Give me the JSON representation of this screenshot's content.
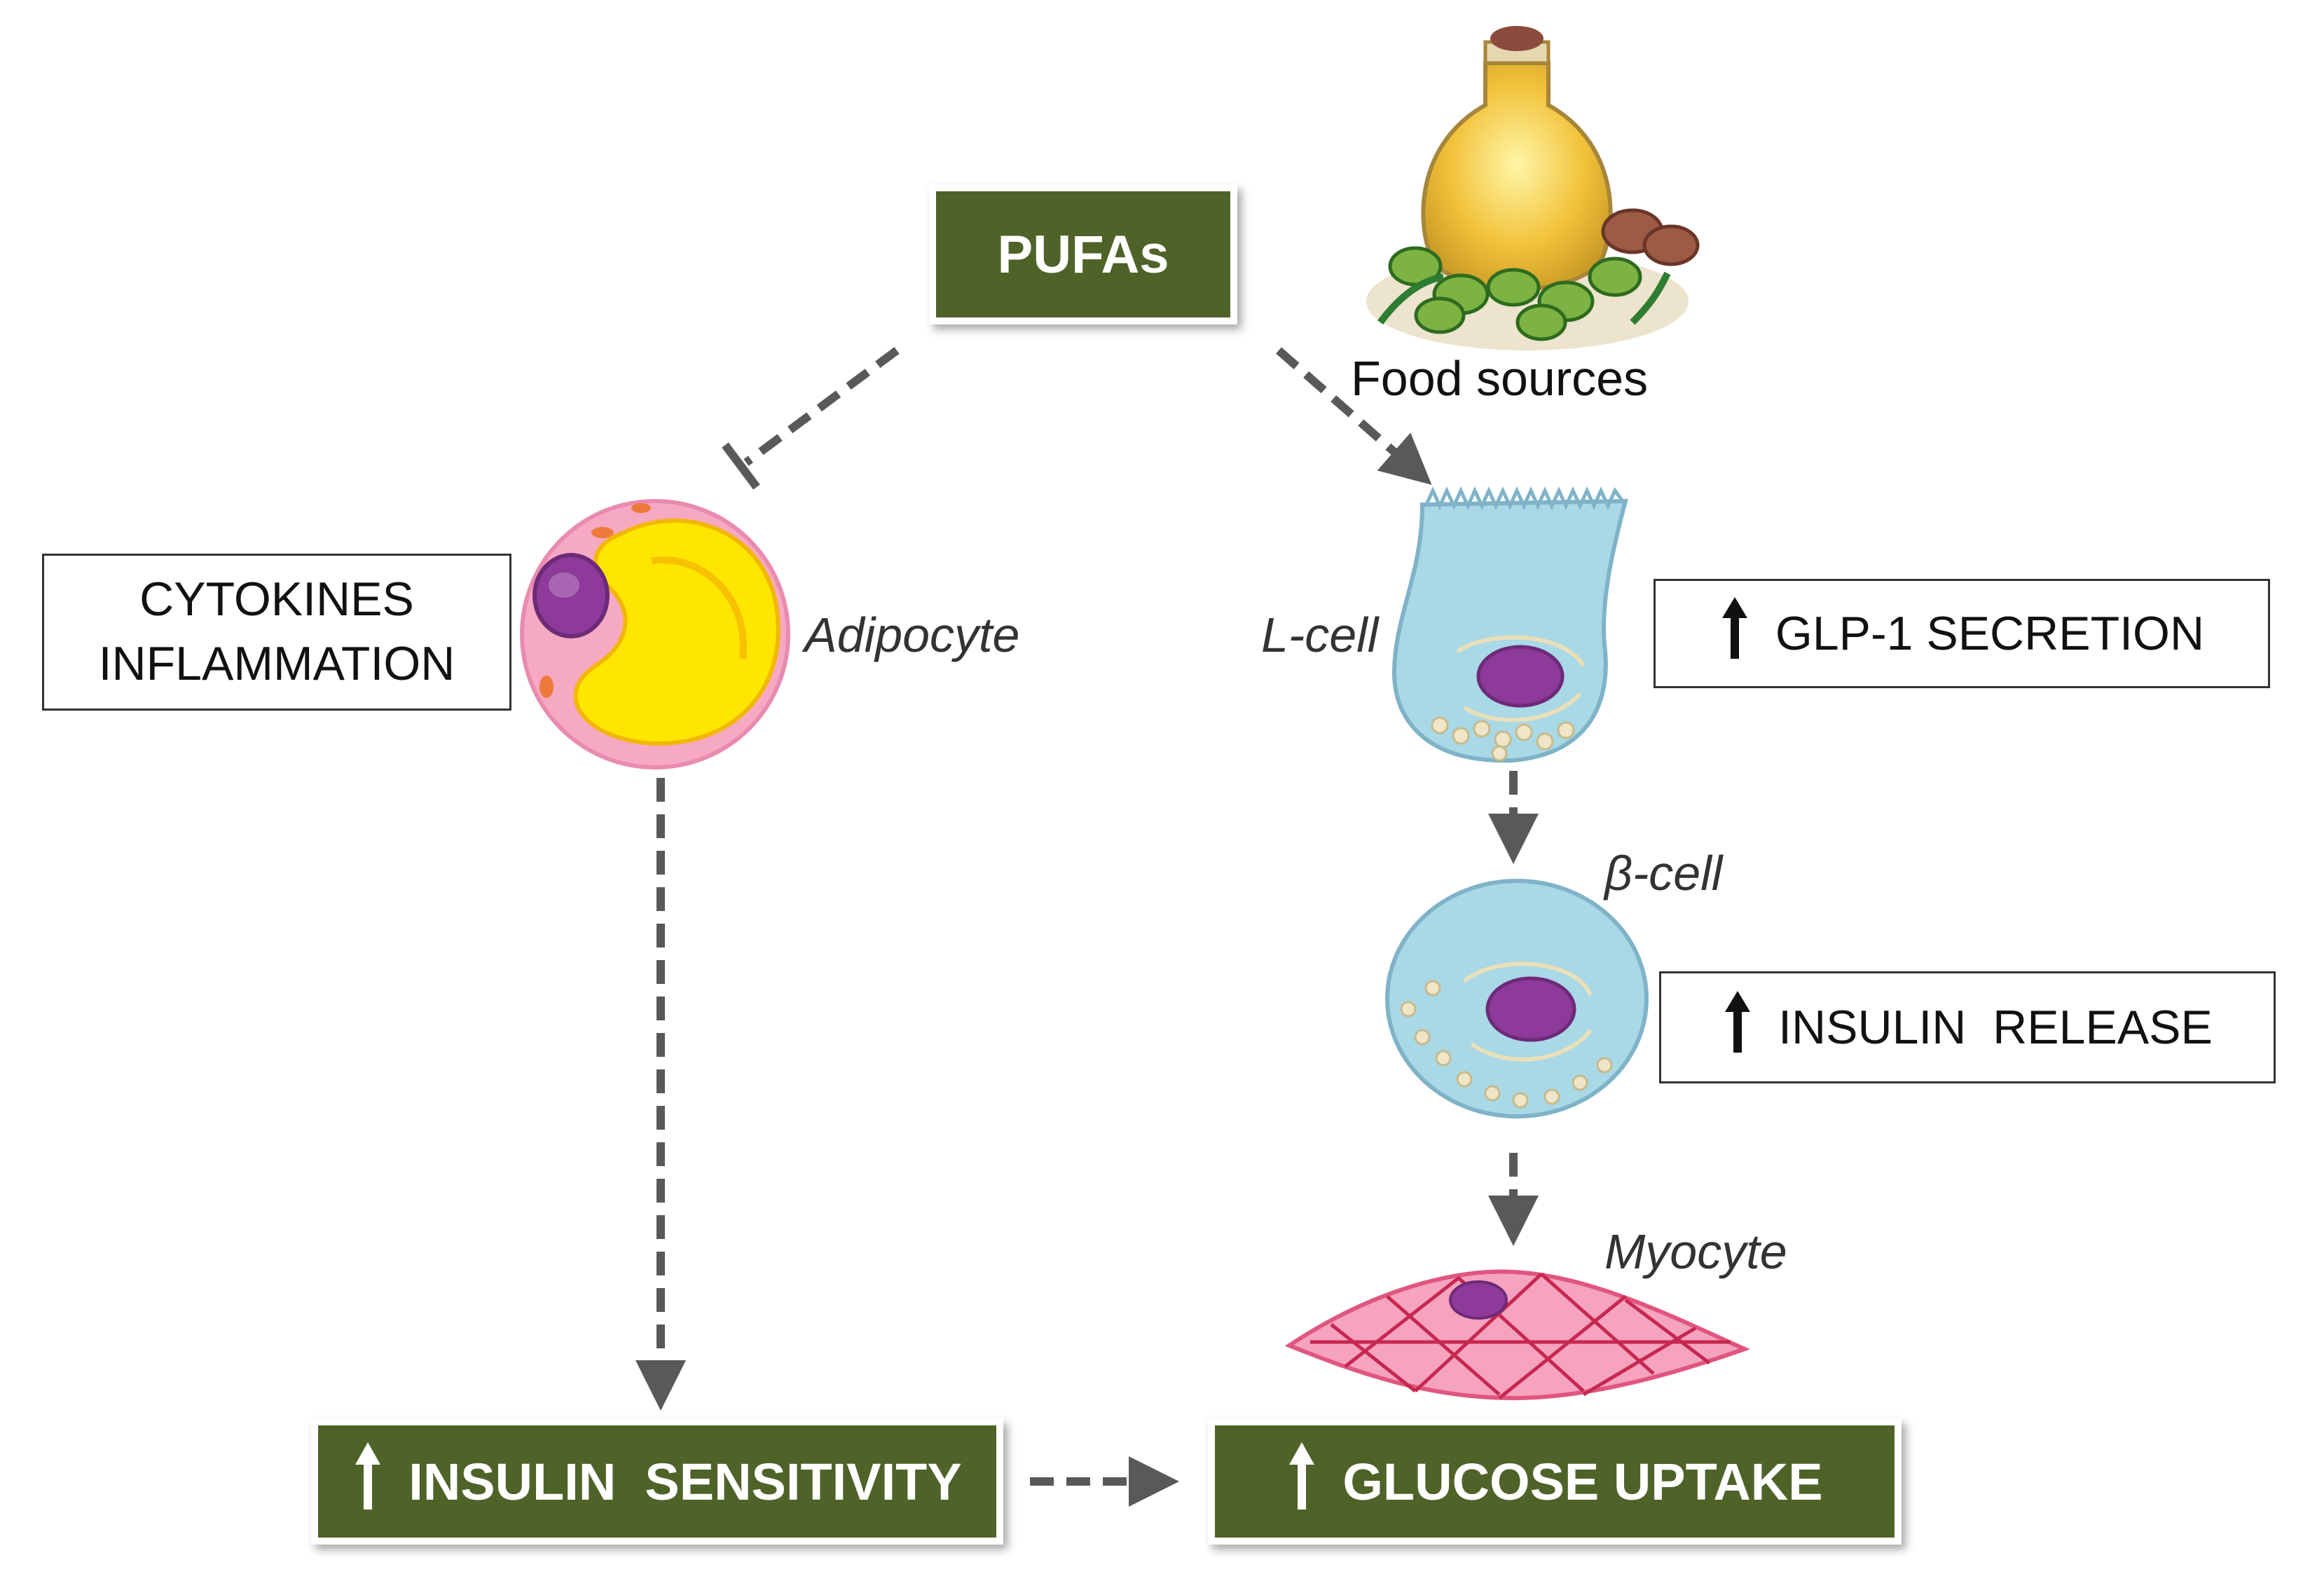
{
  "title": "",
  "nodes": {
    "pufas": "PUFAs",
    "food_sources": "Food sources",
    "cytokines_line1": "CYTOKINES",
    "cytokines_line2": "INFLAMMATION",
    "adipocyte": "Adipocyte",
    "l_cell": "L-cell",
    "glp1": "GLP-1 SECRETION",
    "beta_cell": "β-cell",
    "insulin_release": "INSULIN  RELEASE",
    "myocyte": "Myocyte",
    "insulin_sensitivity": "INSULIN  SENSITIVITY",
    "glucose_uptake": "GLUCOSE UPTAKE"
  },
  "edges": [
    {
      "from": "PUFAs",
      "to": "Adipocyte",
      "type": "dashed-inhibition"
    },
    {
      "from": "PUFAs",
      "to": "L-cell",
      "type": "dashed-arrow"
    },
    {
      "from": "L-cell",
      "to": "β-cell",
      "type": "dashed-arrow"
    },
    {
      "from": "β-cell",
      "to": "Myocyte",
      "type": "dashed-arrow"
    },
    {
      "from": "Adipocyte",
      "to": "INSULIN SENSITIVITY",
      "type": "dashed-arrow"
    },
    {
      "from": "INSULIN SENSITIVITY",
      "to": "GLUCOSE UPTAKE",
      "type": "dashed-arrow"
    }
  ],
  "colors": {
    "box_green": "#4f6228",
    "arrow_gray": "#595959",
    "adipocyte_fat": "#ffe600",
    "adipocyte_membrane": "#f4a6c0",
    "nucleus": "#8e3a9a",
    "cell_blue": "#a9d8e6",
    "myocyte_pink": "#f07a9c"
  },
  "icons": [
    "up-arrow-icon",
    "food-sources-illustration"
  ]
}
